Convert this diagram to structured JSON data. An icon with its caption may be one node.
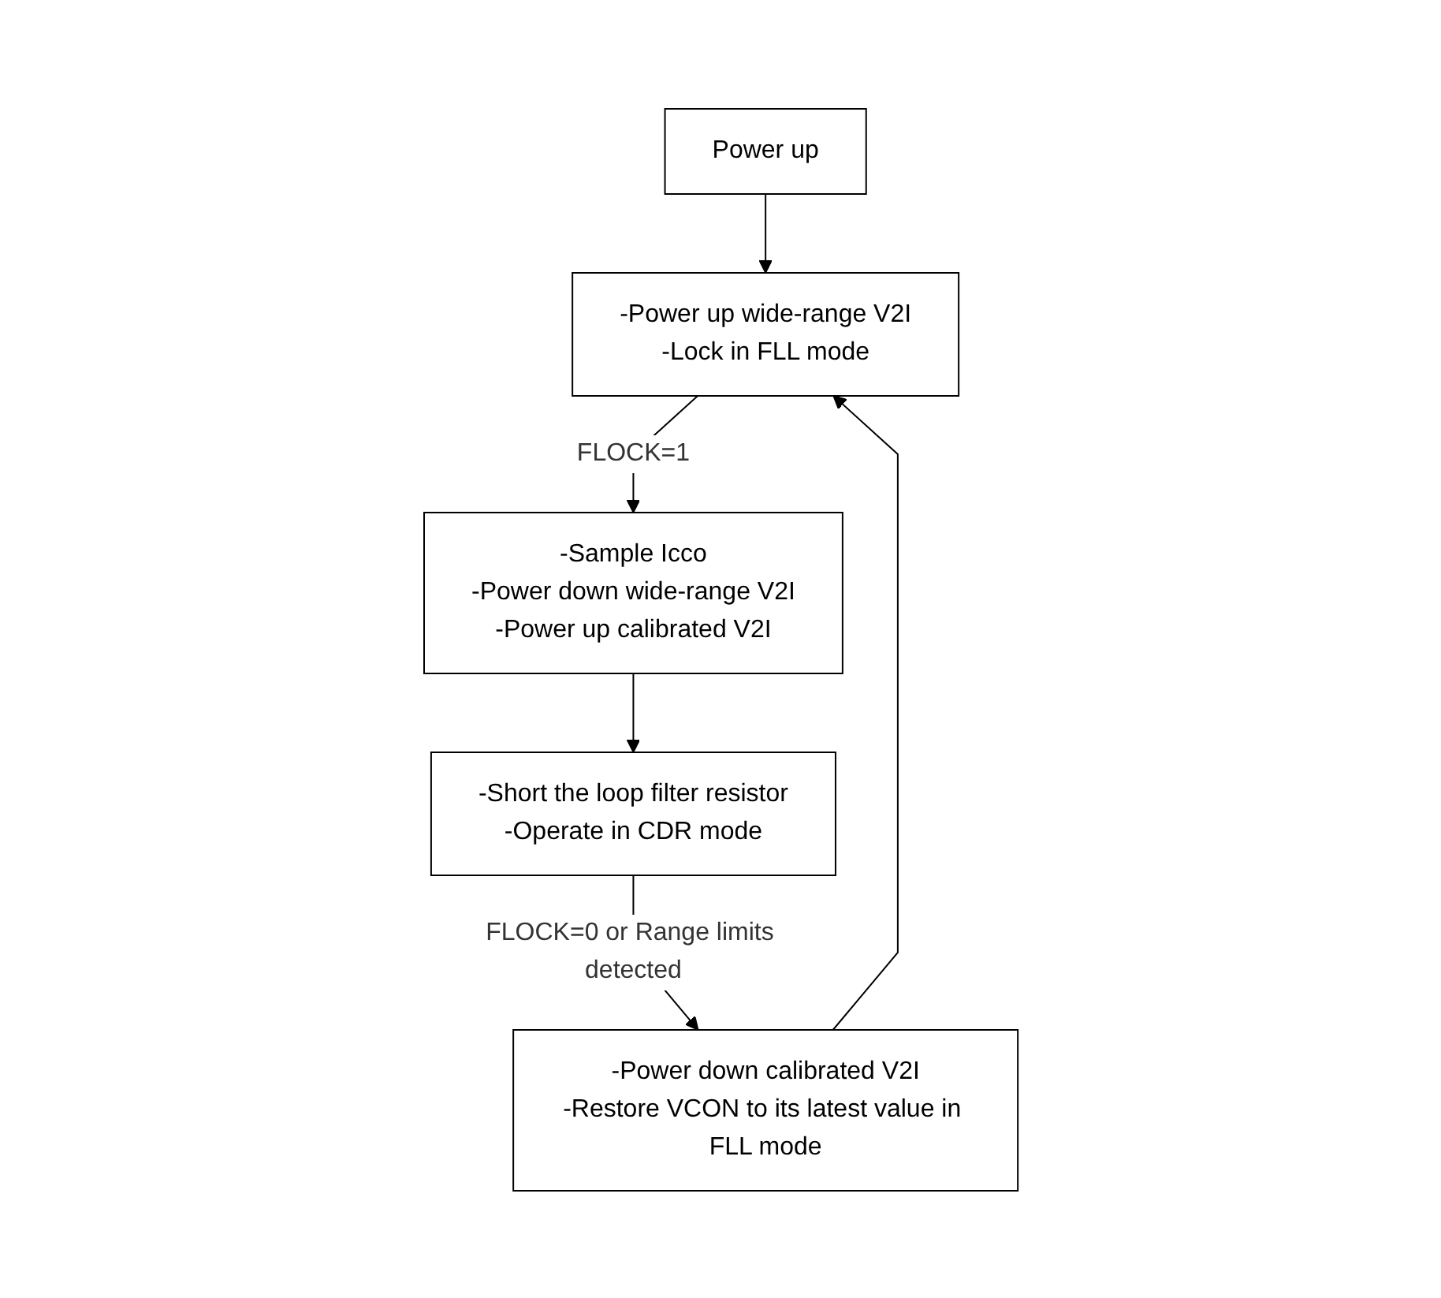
{
  "diagram": {
    "nodes": [
      {
        "text": [
          "Power up"
        ]
      },
      {
        "text": [
          "-Power up wide-range V2I",
          "-Lock in FLL mode"
        ]
      },
      {
        "text": [
          "-Sample Icco",
          "-Power down wide-range V2I",
          "-Power up calibrated V2I"
        ]
      },
      {
        "text": [
          "-Short the loop filter resistor",
          "-Operate in CDR mode"
        ]
      },
      {
        "text": [
          "-Power down calibrated V2I",
          "-Restore VCON to its latest value in FLL mode"
        ]
      }
    ],
    "edges": [
      {
        "from": 0,
        "to": 1,
        "arrow": "to"
      },
      {
        "from": 1,
        "to": 2,
        "arrow": "to",
        "label": "FLOCK=1"
      },
      {
        "from": 2,
        "to": 3,
        "arrow": "to"
      },
      {
        "from": 3,
        "to": 4,
        "arrow": "to",
        "label": "FLOCK=0 or Range limits detected"
      },
      {
        "from": 4,
        "to": 1,
        "arrow": "to"
      }
    ]
  }
}
